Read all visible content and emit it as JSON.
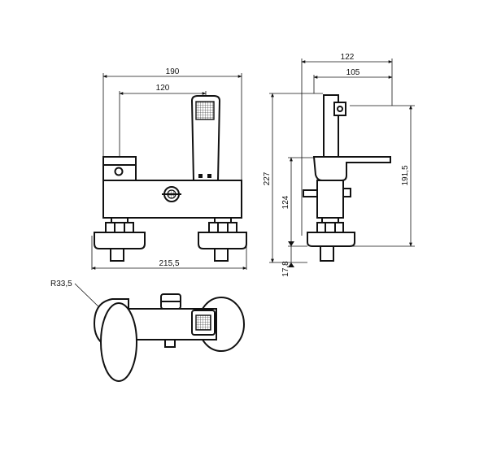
{
  "dimensions": {
    "front_overall_width_top": "190",
    "front_inner_width": "120",
    "front_overall_width_bottom": "215,5",
    "side_depth_overall": "122",
    "side_depth_inner": "105",
    "side_height_overall": "227",
    "side_height_body": "124",
    "side_height_right": "191,5",
    "side_height_bottom": "17,8",
    "plan_radius": "R33,5"
  }
}
